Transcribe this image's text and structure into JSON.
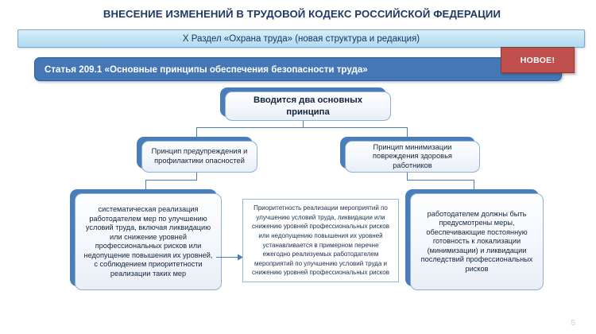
{
  "slide": {
    "page_number": "5",
    "title": "ВНЕСЕНИЕ ИЗМЕНЕНИЙ В ТРУДОВОЙ КОДЕКС РОССИЙСКОЙ ФЕДЕРАЦИИ",
    "subtitle": "X Раздел «Охрана труда» (новая структура и редакция)",
    "article_bar": "Статья 209.1 «Основные принципы обеспечения безопасности труда»",
    "new_badge": "НОВОЕ!"
  },
  "diagram": {
    "root": "Вводится два основных принципа",
    "principles": [
      "Принцип предупреждения и профилактики опасностей",
      "Принцип минимизации повреждения здоровья работников"
    ],
    "details": {
      "left": "систематическая реализация работодателем мер по улучшению условий труда, включая ликвидацию или снижение уровней профессиональных рисков или недопущение повышения их уровней, с соблюдением приоритетности реализации таких мер",
      "middle": "Приоритетность реализации мероприятий по улучшению условий труда, ликвидации или снижению уровней профессиональных рисков или недопущению повышения их уровней устанавливается в примерном перечне ежегодно реализуемых работодателем мероприятий по улучшению условий труда и снижению уровней профессиональных рисков",
      "right": "работодателем должны быть предусмотрены меры, обеспечивающие постоянную готовность к локализации (минимизации) и ликвидации последствий профессиональных рисков"
    }
  },
  "colors": {
    "title_navy": "#1F3864",
    "article_blue": "#4576B6",
    "badge_red": "#C0504D",
    "node_blue": "#4A7EBB",
    "subtitle_blue": "#BFE2F4"
  }
}
